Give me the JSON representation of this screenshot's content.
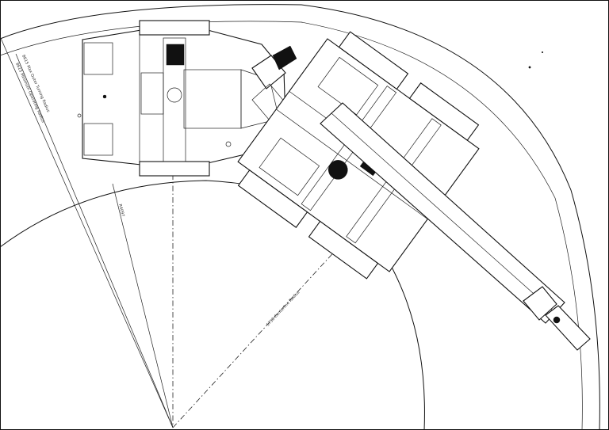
{
  "drawing": {
    "title": "",
    "labels": {
      "outer_radius": "8615 Max Outer Turning Radius",
      "inner_radius_a": "8615 Minimum Operating Radius",
      "inner_radius_b": "R4097",
      "centerline_radius": "5758 Centerline Radius"
    },
    "line_color": "#111111",
    "background": "#ffffff"
  }
}
